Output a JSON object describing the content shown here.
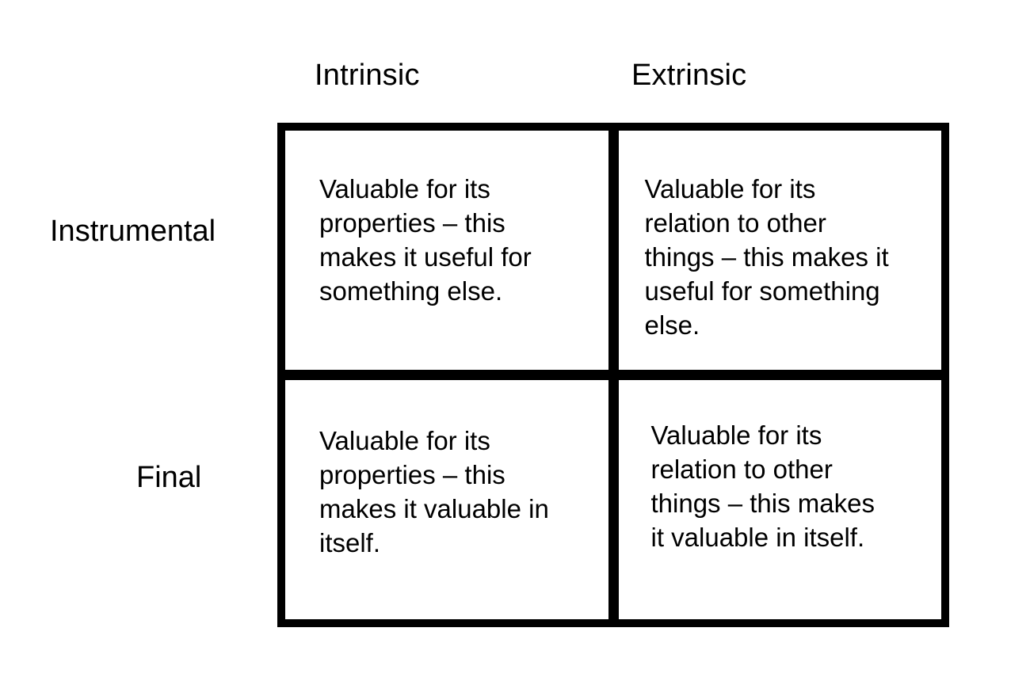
{
  "diagram": {
    "type": "2x2-matrix",
    "colors": {
      "border": "#000000",
      "background": "#ffffff",
      "text": "#000000"
    },
    "column_headers": [
      "Intrinsic",
      "Extrinsic"
    ],
    "row_headers": [
      "Instrumental",
      "Final"
    ],
    "cells": [
      {
        "row": "Instrumental",
        "column": "Intrinsic",
        "text": "Valuable for its properties – this makes it useful for something else.",
        "lines": [
          "Valuable for its",
          "properties – this",
          "makes it useful for",
          "something else."
        ]
      },
      {
        "row": "Instrumental",
        "column": "Extrinsic",
        "text": "Valuable for its relation to other things – this makes it useful for something else.",
        "lines": [
          "Valuable for its",
          "relation to other",
          "things – this makes it",
          "useful for something",
          "else."
        ]
      },
      {
        "row": "Final",
        "column": "Intrinsic",
        "text": "Valuable for its properties – this makes it valuable in itself.",
        "lines": [
          "Valuable for its",
          "properties – this",
          "makes it valuable in",
          "itself."
        ]
      },
      {
        "row": "Final",
        "column": "Extrinsic",
        "text": "Valuable for its relation to other things – this makes it valuable in itself.",
        "lines": [
          "Valuable for its",
          "relation to other",
          "things – this makes",
          "it valuable in itself."
        ]
      }
    ]
  }
}
